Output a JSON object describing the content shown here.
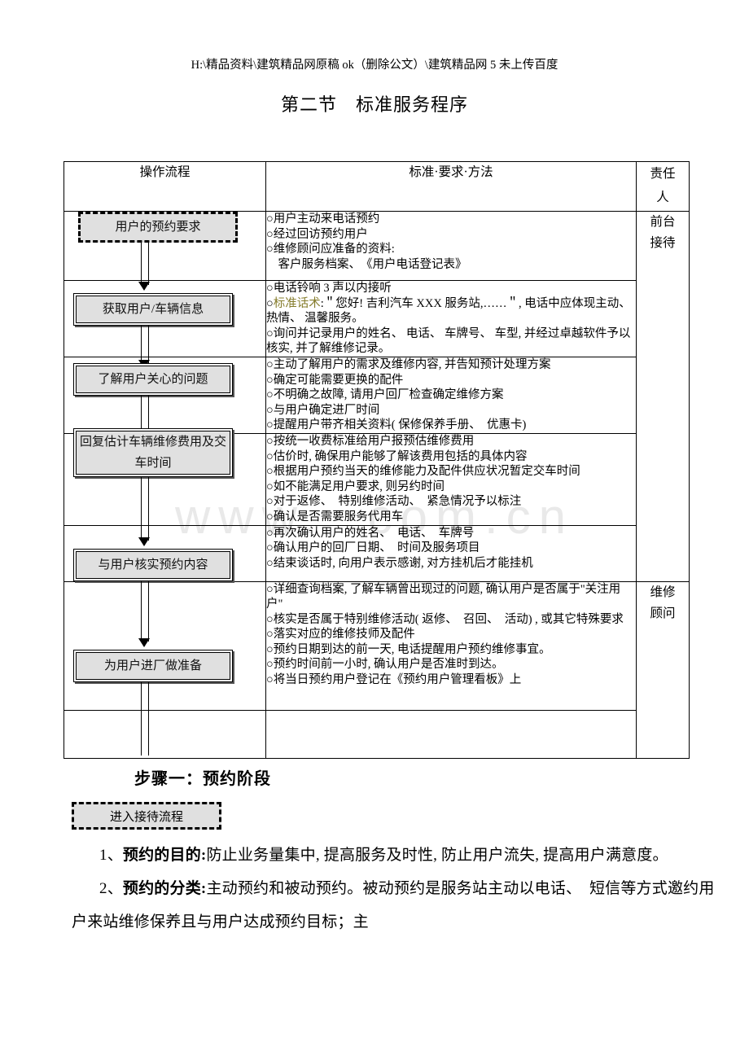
{
  "header": {
    "path": "H:\\精品资料\\建筑精品网原稿 ok（删除公文）\\建筑精品网 5 未上传百度",
    "title": "第二节　标准服务程序"
  },
  "watermark": "www.           .com.cn",
  "table": {
    "headers": {
      "flow": "操作流程",
      "standard": "标准·要求·方法",
      "responsible": "责任人"
    },
    "responsible_cells": {
      "front_desk": "前台接待",
      "service_advisor": "维修顾问"
    },
    "rows": [
      {
        "standard_lines": [
          "○用户主动来电话预约",
          "○经过回访预约用户",
          "○维修顾问应准备的资料:",
          "　客户服务档案、　《用户电话登记表》"
        ]
      },
      {
        "standard_lines": [
          "○电话铃响 3 声以内接听",
          "○标准话术:＂您好! 吉利汽车 XXX 服务站,……＂, 电话中应体现主动、 热情、 温馨服务。",
          "○询问并记录用户的姓名、 电话、 车牌号、 车型, 并经过卓越软件予以核实, 并了解维修记录。"
        ],
        "highlight": "标准话术"
      },
      {
        "standard_lines": [
          "○主动了解用户的需求及维修内容, 并告知预计处理方案",
          "○确定可能需要更换的配件",
          "○不明确之故障, 请用户回厂检查确定维修方案",
          "○与用户确定进厂时间",
          "○提醒用户带齐相关资料( 保修保养手册、　优惠卡)"
        ]
      },
      {
        "standard_lines": [
          "○按统一收费标准给用户报预估维修费用",
          "○估价时, 确保用户能够了解该费用包括的具体内容",
          "○根据用户预约当天的维修能力及配件供应状况暂定交车时间",
          "○如不能满足用户要求, 则另约时间",
          "○对于返修、　特别维修活动、　紧急情况予以标注",
          "○确认是否需要服务代用车"
        ]
      },
      {
        "standard_lines": [
          "○再次确认用户的姓名、　电话、　车牌号",
          "○确认用户的回厂日期、　时间及服务项目",
          "○结束谈话时, 向用户表示感谢, 对方挂机后才能挂机"
        ]
      },
      {
        "standard_lines": [
          "○详细查询档案, 了解车辆曾出现过的问题, 确认用户是否属于\"关注用户\"",
          "○核实是否属于特别维修活动( 返修、　召回、　活动) , 或其它特殊要求",
          "○落实对应的维修技师及配件",
          "○预约日期到达的前一天, 电话提醒用户预约维修事宜。",
          "○预约时间前一小时, 确认用户是否准时到达。",
          "○将当日预约用户登记在《预约用户管理看板》上"
        ]
      },
      {
        "standard_lines": []
      }
    ]
  },
  "flow_nodes": [
    {
      "label": "用户的预约要求",
      "style": "dashed"
    },
    {
      "label": "获取用户/车辆信息",
      "style": "solid"
    },
    {
      "label": "了解用户关心的问题",
      "style": "solid"
    },
    {
      "label": "回复估计车辆维修费用及交车时间",
      "style": "solid"
    },
    {
      "label": "与用户核实预约内容",
      "style": "solid"
    },
    {
      "label": "为用户进厂做准备",
      "style": "solid"
    }
  ],
  "below": {
    "step_title": "步骤一：预约阶段",
    "entry_node": "进入接待流程",
    "paragraphs": [
      {
        "number": "1、",
        "bold": "预约的目的:",
        "text": "防止业务量集中, 提高服务及时性, 防止用户流失, 提高用户满意度。"
      },
      {
        "number": "2、",
        "bold": "预约的分类:",
        "text": "主动预约和被动预约。被动预约是服务站主动以电话、　短信等方式邀约用户来站维修保养且与用户达成预约目标；主"
      }
    ]
  }
}
